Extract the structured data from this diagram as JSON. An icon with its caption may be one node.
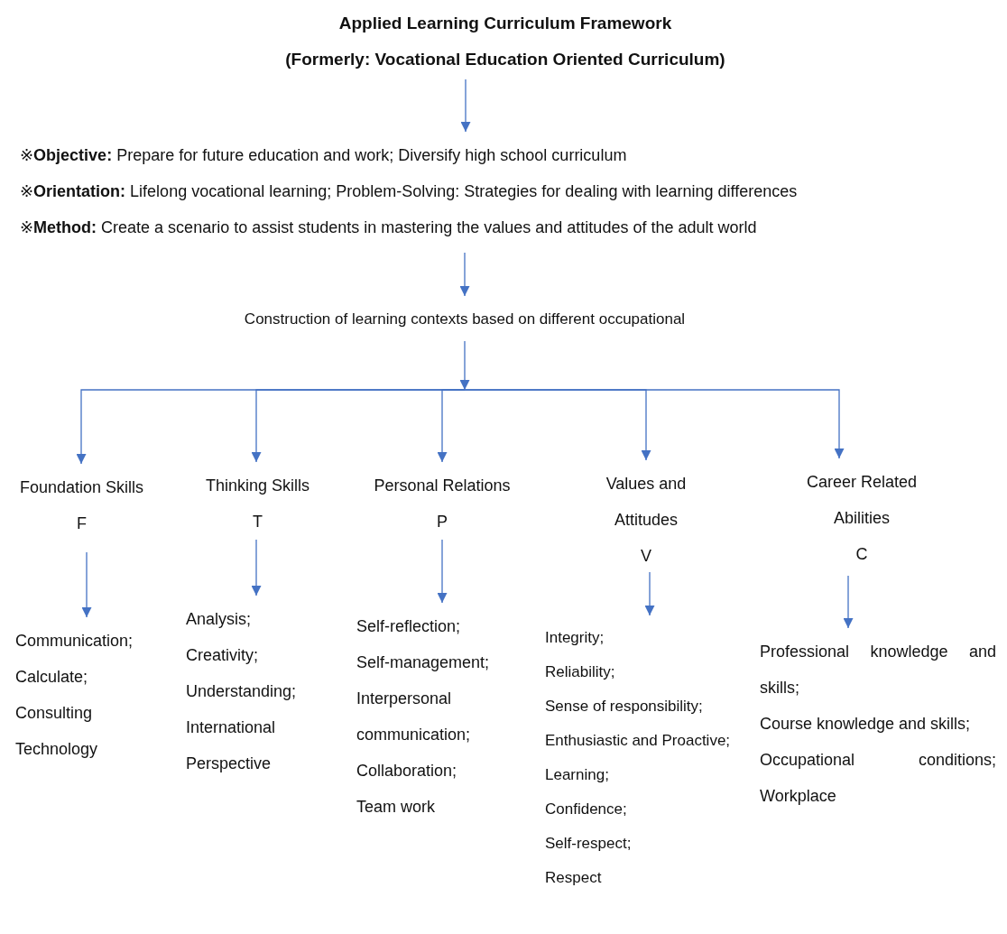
{
  "diagram": {
    "nodes": [
      {
        "text": [
          "Applied Learning Curriculum Framework",
          "(Formerly: Vocational Education Oriented Curriculum)"
        ]
      },
      {
        "text": [
          "※**Objective:** Prepare for future education and work; Diversify high school curriculum",
          "※**Orientation:** Lifelong vocational learning; Problem-Solving: Strategies for dealing with learning differences",
          "※**Method:** Create a scenario to assist students in mastering the values and attitudes of the adult world"
        ]
      },
      {
        "text": [
          "Construction of learning contexts based on different occupational"
        ]
      },
      {
        "text": [
          "Foundation Skills",
          "F"
        ]
      },
      {
        "text": [
          "Thinking Skills",
          "T"
        ]
      },
      {
        "text": [
          "Personal Relations",
          "P"
        ]
      },
      {
        "text": [
          "Values and Attitudes",
          "V"
        ]
      },
      {
        "text": [
          "Career Related Abilities",
          "C"
        ]
      },
      {
        "text": [
          "Communication;",
          "Calculate;",
          "Consulting Technology"
        ]
      },
      {
        "text": [
          "Analysis;",
          "Creativity;",
          "Understanding;",
          "International Perspective"
        ]
      },
      {
        "text": [
          "Self-reflection;",
          "Self-management;",
          "Interpersonal communication;",
          "Collaboration;",
          "Team work"
        ]
      },
      {
        "text": [
          "Integrity;",
          "Reliability;",
          "Sense of responsibility;",
          "Enthusiastic and Proactive;",
          "Learning;",
          "Confidence;",
          "Self-respect;",
          "Respect"
        ]
      },
      {
        "text": [
          "Professional knowledge and skills;",
          "Course knowledge and skills;",
          "Occupational conditions; Workplace"
        ]
      }
    ],
    "edges": [
      {
        "from": 0,
        "to": 1,
        "arrow": "to"
      },
      {
        "from": 1,
        "to": 2,
        "arrow": "to"
      },
      {
        "from": 2,
        "to": 3,
        "arrow": "to"
      },
      {
        "from": 2,
        "to": 4,
        "arrow": "to"
      },
      {
        "from": 2,
        "to": 5,
        "arrow": "to"
      },
      {
        "from": 2,
        "to": 6,
        "arrow": "to"
      },
      {
        "from": 2,
        "to": 7,
        "arrow": "to"
      },
      {
        "from": 3,
        "to": 8,
        "arrow": "to"
      },
      {
        "from": 4,
        "to": 9,
        "arrow": "to"
      },
      {
        "from": 5,
        "to": 10,
        "arrow": "to"
      },
      {
        "from": 6,
        "to": 11,
        "arrow": "to"
      },
      {
        "from": 7,
        "to": 12,
        "arrow": "to"
      }
    ]
  }
}
